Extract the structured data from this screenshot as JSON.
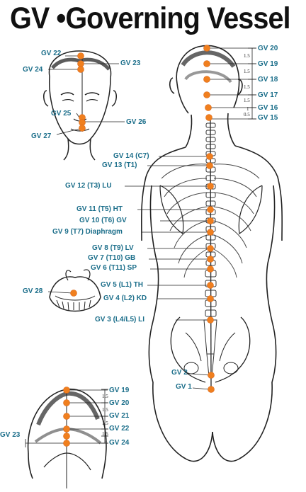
{
  "title": "GV •Governing Vessel",
  "colors": {
    "point": "#f07f1e",
    "label": "#1b6e8a",
    "line": "#222222"
  },
  "face": {
    "labels": [
      "GV 22",
      "GV 24",
      "GV 23",
      "GV 25",
      "GV 26",
      "GV 27"
    ]
  },
  "mouth": {
    "labels": [
      "GV 28"
    ]
  },
  "back": {
    "head_labels": [
      "GV 20",
      "GV 19",
      "GV 18",
      "GV 17",
      "GV 16",
      "GV 15"
    ],
    "head_distances": [
      "1.5",
      "1.5",
      "1.5",
      "1.5",
      "1",
      "0.5"
    ],
    "spine_labels": [
      "GV 14 (C7)",
      "GV 13 (T1)",
      "GV 12 (T3) LU",
      "GV 11 (T5) HT",
      "GV 10 (T6) GV",
      "GV 9 (T7) Diaphragm",
      "GV 8 (T9) LV",
      "GV 7 (T10) GB",
      "GV 6 (T11) SP",
      "GV 5 (L1) TH",
      "GV 4 (L2) KD",
      "GV 3 (L4/L5) LI",
      "GV 2",
      "GV 1"
    ]
  },
  "crown": {
    "labels": [
      "GV 19",
      "GV 20",
      "GV 21",
      "GV 22",
      "GV 24",
      "GV 23"
    ],
    "distances": [
      "1.5",
      "1.5",
      "1.5",
      "1.5",
      "1"
    ]
  }
}
